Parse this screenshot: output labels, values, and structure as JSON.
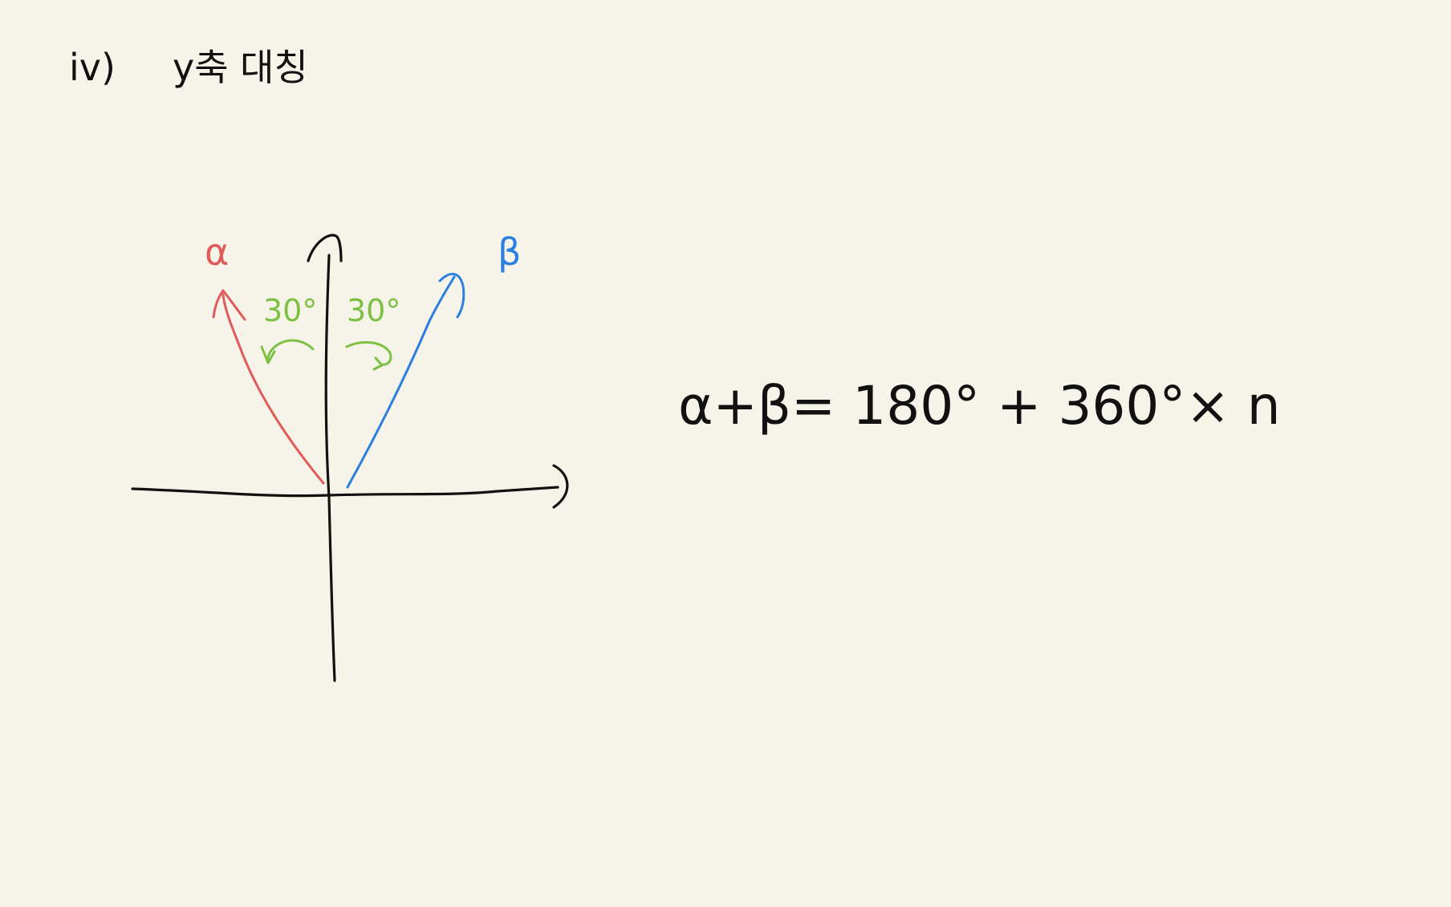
{
  "heading": {
    "number": "iv)",
    "title": "y축 대칭"
  },
  "diagram": {
    "alpha_label": "α",
    "beta_label": "β",
    "angle_left": "30°",
    "angle_right": "30°",
    "colors": {
      "axis": "#111111",
      "alpha": "#e05a5a",
      "beta": "#2a7fe0",
      "angle": "#7cc142"
    }
  },
  "equation": {
    "text": "α+β= 180° + 360°× n"
  }
}
